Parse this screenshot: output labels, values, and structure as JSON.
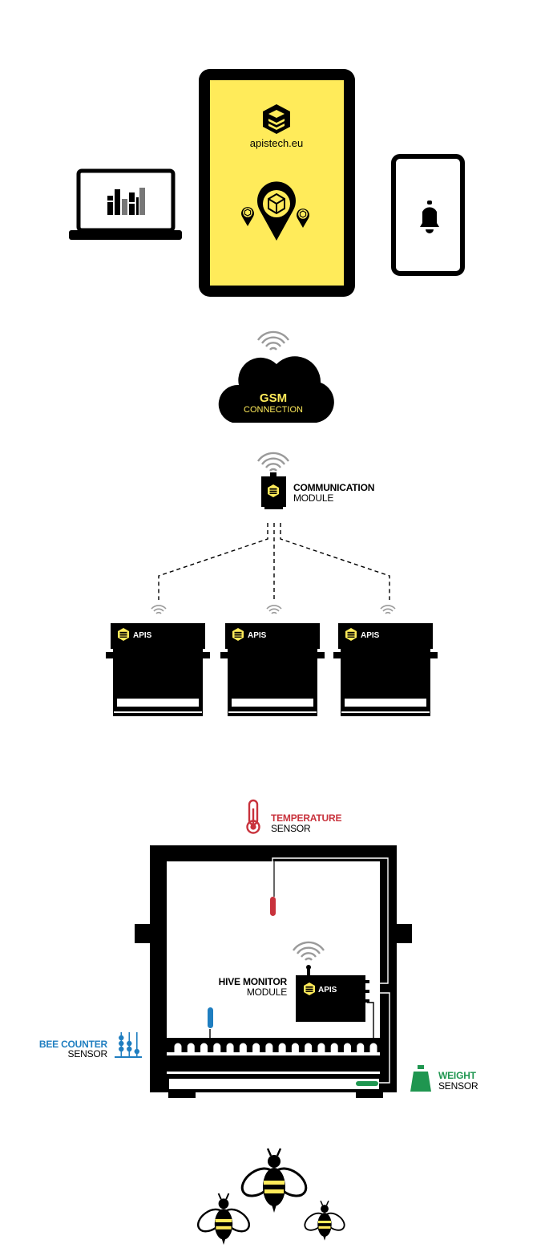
{
  "tablet": {
    "site": "apistech.eu"
  },
  "cloud": {
    "title": "GSM",
    "subtitle": "CONNECTION"
  },
  "comm_module": {
    "title": "COMMUNICATION",
    "subtitle": "MODULE"
  },
  "hives": [
    {
      "brand": "APIS"
    },
    {
      "brand": "APIS"
    },
    {
      "brand": "APIS"
    }
  ],
  "temperature_sensor": {
    "title": "TEMPERATURE",
    "subtitle": "SENSOR"
  },
  "hive_monitor": {
    "title": "HIVE MONITOR",
    "subtitle": "MODULE",
    "brand": "APIS"
  },
  "bee_counter": {
    "title": "BEE COUNTER",
    "subtitle": "SENSOR"
  },
  "weight_sensor": {
    "title": "WEIGHT",
    "subtitle": "SENSOR"
  },
  "colors": {
    "yellow": "#ffeb5a",
    "black": "#000000",
    "gray": "#9a9a9a",
    "red": "#c8323c",
    "blue": "#1f7ec0",
    "green": "#1f9650"
  }
}
